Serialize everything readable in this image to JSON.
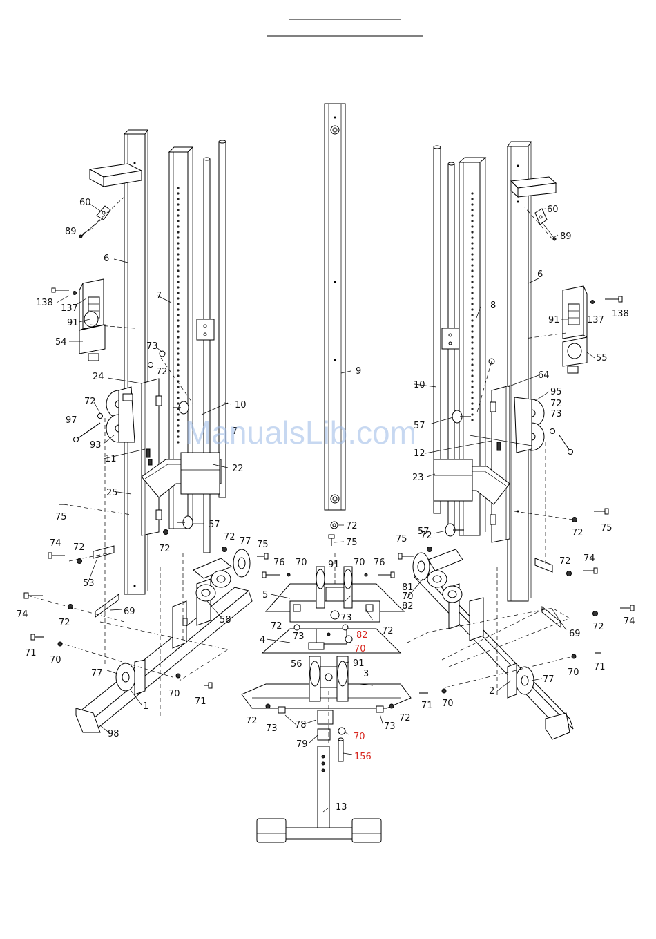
{
  "watermark": "ManualsLib.com",
  "colors": {
    "line": "#000000",
    "highlight_label": "#d7261e",
    "watermark": "#9bb9e6"
  },
  "labels": {
    "p60L": "60",
    "p89L": "89",
    "p6L": "6",
    "p138L": "138",
    "p137L": "137",
    "p91L": "91",
    "p54": "54",
    "p7a": "7",
    "p73a": "73",
    "p72a": "72",
    "p24": "24",
    "p72b": "72",
    "p97": "97",
    "p93": "93",
    "p7b": "7",
    "p10L": "10",
    "p11": "11",
    "p22": "22",
    "p25": "25",
    "p75a": "75",
    "p57a": "57",
    "p74a": "74",
    "p72c": "72",
    "p72d": "72",
    "p72e": "72",
    "p77a": "77",
    "p75b": "75",
    "p53": "53",
    "p74b": "74",
    "p69L": "69",
    "p72f": "72",
    "p58": "58",
    "p71a": "71",
    "p70a": "70",
    "p77b": "77",
    "p70b": "70",
    "p71b": "71",
    "p1": "1",
    "p98": "98",
    "p9": "9",
    "p72g": "72",
    "p75c": "75",
    "p76a": "76",
    "p70c": "70",
    "p91c": "91",
    "p70d": "70",
    "p76b": "76",
    "p5": "5",
    "p73b": "73",
    "p72h": "72",
    "p73c": "73",
    "p82a": "82",
    "p72i": "72",
    "p70e": "70",
    "p4": "4",
    "p56": "56",
    "p91d": "91",
    "p3": "3",
    "p72j": "72",
    "p73d": "73",
    "p78": "78",
    "p70f": "70",
    "p79": "79",
    "p156": "156",
    "p73e": "73",
    "p72k": "72",
    "p13": "13",
    "p60R": "60",
    "p89R": "89",
    "p6R": "6",
    "p91R": "91",
    "p137R": "137",
    "p138R": "138",
    "p55": "55",
    "p8": "8",
    "p64": "64",
    "p95": "95",
    "p72l": "72",
    "p73f": "73",
    "p10R": "10",
    "p57b": "57",
    "p12": "12",
    "p23": "23",
    "p72m": "72",
    "p75d": "75",
    "p57c": "57",
    "p72n": "72",
    "p75e": "75",
    "p72o": "72",
    "p74c": "74",
    "p81": "81",
    "p70g": "70",
    "p82b": "82",
    "p69R": "69",
    "p72p": "72",
    "p74d": "74",
    "p70h": "70",
    "p71c": "71",
    "p77c": "77",
    "p2": "2",
    "p71d": "71",
    "p70i": "70"
  }
}
